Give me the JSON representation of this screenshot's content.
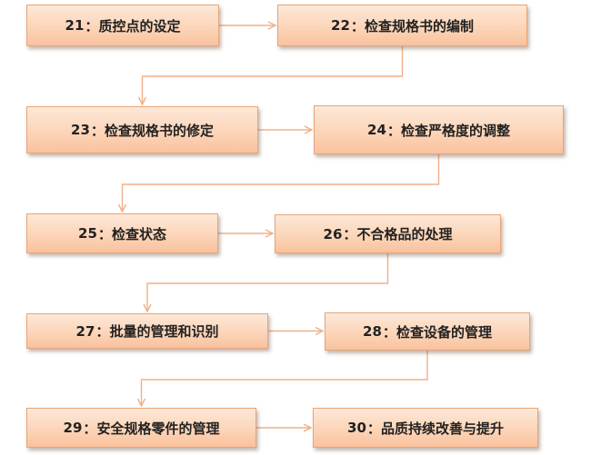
{
  "diagram": {
    "accent_color": "#f9c29e",
    "border_color": "#e8a577",
    "connector_color": "#f0b088",
    "nodes": [
      {
        "id": "n21",
        "number": "21",
        "label": "质控点的设定"
      },
      {
        "id": "n22",
        "number": "22",
        "label": "检查规格书的编制"
      },
      {
        "id": "n23",
        "number": "23",
        "label": "检查规格书的修定"
      },
      {
        "id": "n24",
        "number": "24",
        "label": "检查严格度的调整"
      },
      {
        "id": "n25",
        "number": "25",
        "label": "检查状态"
      },
      {
        "id": "n26",
        "number": "26",
        "label": "不合格品的处理"
      },
      {
        "id": "n27",
        "number": "27",
        "label": "批量的管理和识别"
      },
      {
        "id": "n28",
        "number": "28",
        "label": "检查设备的管理"
      },
      {
        "id": "n29",
        "number": "29",
        "label": "安全规格零件的管理"
      },
      {
        "id": "n30",
        "number": "30",
        "label": "品质持续改善与提升"
      }
    ],
    "edges": [
      {
        "from": "n21",
        "to": "n22"
      },
      {
        "from": "n22",
        "to": "n23"
      },
      {
        "from": "n23",
        "to": "n24"
      },
      {
        "from": "n24",
        "to": "n25"
      },
      {
        "from": "n25",
        "to": "n26"
      },
      {
        "from": "n26",
        "to": "n27"
      },
      {
        "from": "n27",
        "to": "n28"
      },
      {
        "from": "n28",
        "to": "n29"
      },
      {
        "from": "n29",
        "to": "n30"
      }
    ]
  }
}
